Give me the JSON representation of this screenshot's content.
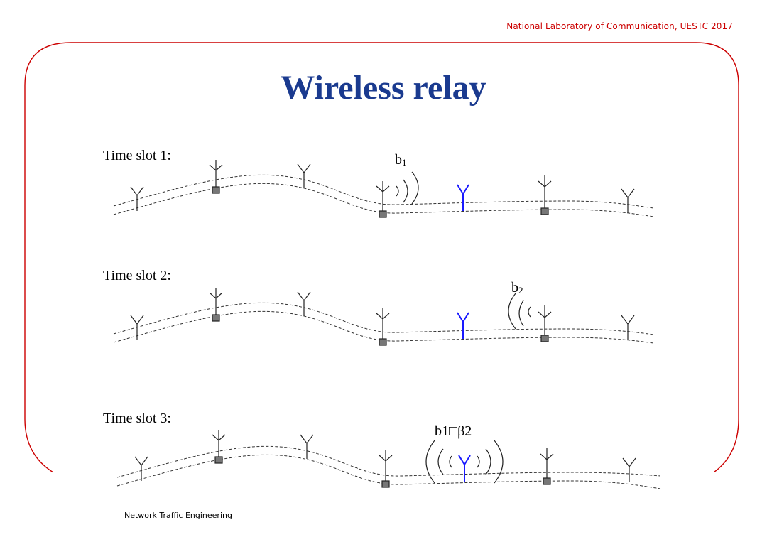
{
  "header": {
    "note": "National Laboratory of Communication, UESTC 2017"
  },
  "title": "Wireless relay",
  "slots": [
    {
      "label": "Time slot 1:",
      "signal_label": "b",
      "signal_sub": "1"
    },
    {
      "label": "Time slot 2:",
      "signal_label": "b",
      "signal_sub": "2"
    },
    {
      "label": "Time slot 3:",
      "signal_label": "b1□β2"
    }
  ],
  "footer": {
    "note": "Network Traffic Engineering"
  },
  "colors": {
    "frame": "#cc0000",
    "title": "#1a3a8f",
    "relay": "#1a1aff",
    "node": "#777777"
  }
}
